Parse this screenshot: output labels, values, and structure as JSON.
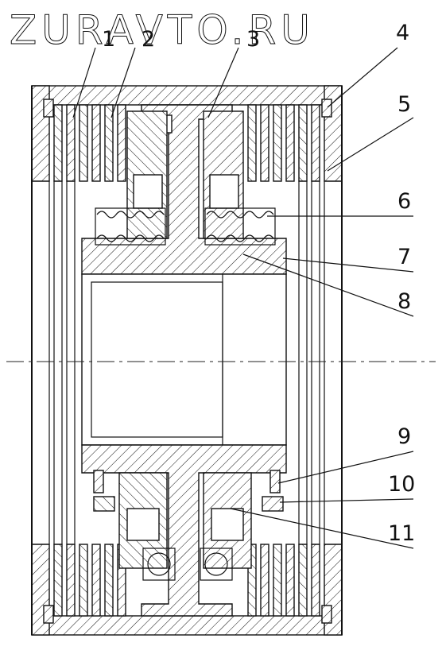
{
  "watermark": "ZURAVTO.RU",
  "callouts": [
    "1",
    "2",
    "3",
    "4",
    "5",
    "6",
    "7",
    "8",
    "9",
    "10",
    "11"
  ],
  "colors": {
    "line": "#111111",
    "background": "#ffffff"
  }
}
